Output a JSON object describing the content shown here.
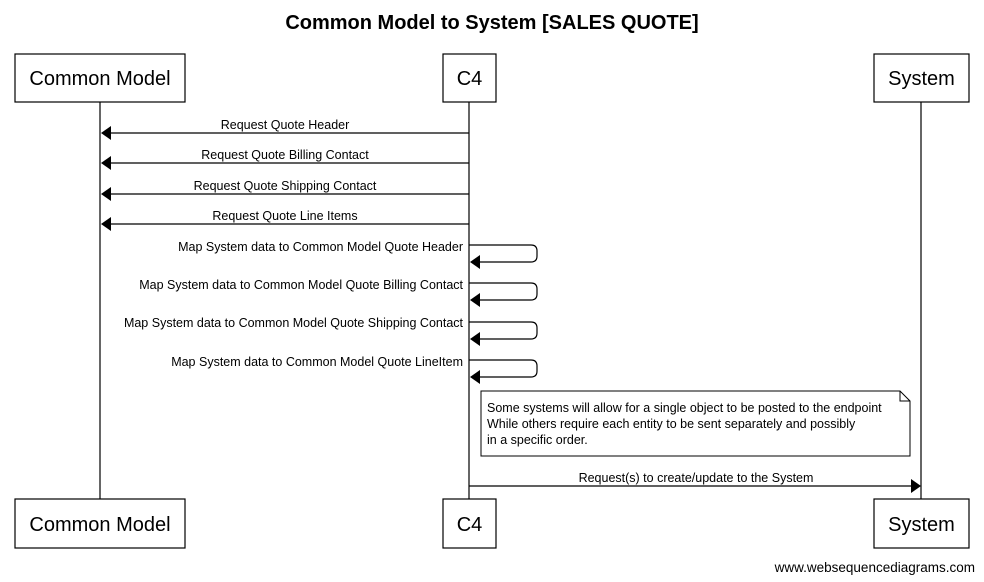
{
  "title": "Common Model to System [SALES QUOTE]",
  "participants": [
    {
      "id": "common",
      "label": "Common Model"
    },
    {
      "id": "c4",
      "label": "C4"
    },
    {
      "id": "system",
      "label": "System"
    }
  ],
  "messages": [
    {
      "from": "c4",
      "to": "common",
      "label": "Request Quote Header"
    },
    {
      "from": "c4",
      "to": "common",
      "label": "Request Quote Billing Contact"
    },
    {
      "from": "c4",
      "to": "common",
      "label": "Request Quote Shipping Contact"
    },
    {
      "from": "c4",
      "to": "common",
      "label": "Request Quote Line Items"
    },
    {
      "from": "c4",
      "to": "c4",
      "label": "Map System data to Common Model Quote Header"
    },
    {
      "from": "c4",
      "to": "c4",
      "label": "Map System data to Common Model Quote Billing Contact"
    },
    {
      "from": "c4",
      "to": "c4",
      "label": "Map System data to Common Model Quote Shipping Contact"
    },
    {
      "from": "c4",
      "to": "c4",
      "label": "Map System data to Common Model Quote LineItem"
    },
    {
      "from": "c4",
      "to": "system",
      "label": "Request(s) to create/update to the System"
    }
  ],
  "note": {
    "over": "c4",
    "lines": [
      "Some systems will allow for a single object to be posted to the endpoint",
      "While others require each entity to be sent separately and possibly",
      "in a specific order."
    ]
  },
  "footer": "www.websequencediagrams.com"
}
